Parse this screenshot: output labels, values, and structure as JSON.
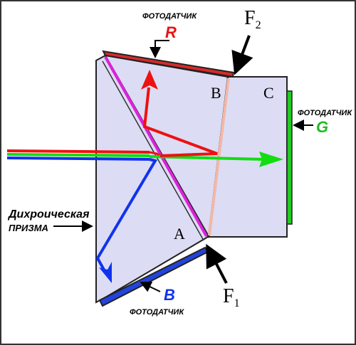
{
  "labels": {
    "sensor_r_caption": "ФОТОДАТЧИК",
    "sensor_r_letter": "R",
    "sensor_g_caption": "ФОТОДАТЧИК",
    "sensor_g_letter": "G",
    "sensor_b_caption": "ФОТОДАТЧИК",
    "sensor_b_letter": "B",
    "prism_line1": "Дихроическая",
    "prism_line2": "ПРИЗМА",
    "filter_f2": "F",
    "filter_f2_sub": "2",
    "filter_f1": "F",
    "filter_f1_sub": "1",
    "corner_a": "A",
    "corner_b": "B",
    "corner_c": "C"
  },
  "colors": {
    "prism_fill": "#dcdcf4",
    "prism_edge": "#222222",
    "red": "#ee1111",
    "green": "#11dd11",
    "blue": "#1133ee",
    "magenta": "#dd22dd",
    "filter_f2": "#f2b8a8",
    "sensor_r": "#d82a2a",
    "sensor_g": "#22cc22",
    "sensor_b": "#2244dd",
    "g_letter": "#22bb22"
  }
}
